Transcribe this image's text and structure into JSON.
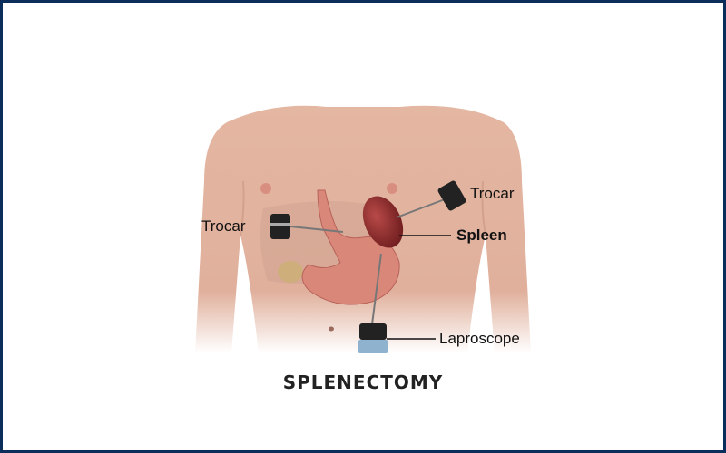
{
  "title": "SPLENECTOMY",
  "labels": {
    "trocar_left": "Trocar",
    "trocar_right": "Trocar",
    "spleen": "Spleen",
    "laparoscope": "Laproscope"
  },
  "colors": {
    "border": "#0b2d5c",
    "skin": "#e2b39f",
    "spleen": "#8e2a2a",
    "stomach": "#d7897a"
  }
}
